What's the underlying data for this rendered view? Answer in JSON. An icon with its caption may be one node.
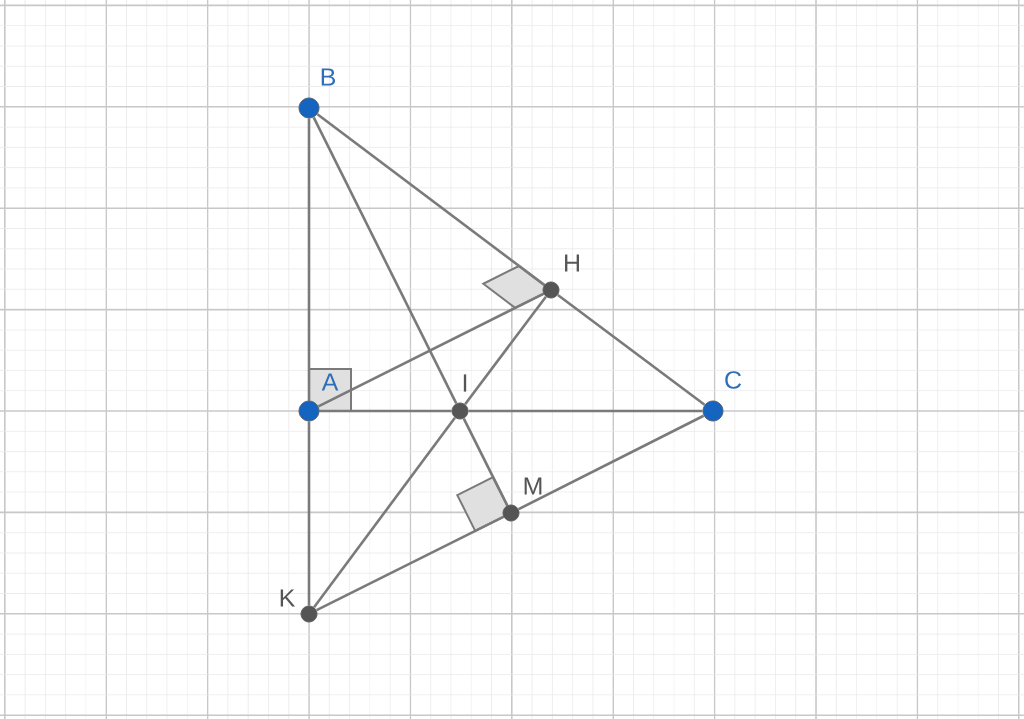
{
  "diagram": {
    "nodes": [
      {
        "text": [
          "B"
        ]
      },
      {
        "text": [
          "A"
        ]
      },
      {
        "text": [
          "C"
        ]
      },
      {
        "text": [
          "H"
        ]
      },
      {
        "text": [
          "I"
        ]
      },
      {
        "text": [
          "M"
        ]
      },
      {
        "text": [
          "K"
        ]
      }
    ],
    "edges": [
      {
        "from": 0,
        "to": 1,
        "arrow": "none"
      },
      {
        "from": 1,
        "to": 6,
        "arrow": "none"
      },
      {
        "from": 0,
        "to": 3,
        "arrow": "none"
      },
      {
        "from": 3,
        "to": 2,
        "arrow": "none"
      },
      {
        "from": 1,
        "to": 4,
        "arrow": "none"
      },
      {
        "from": 4,
        "to": 2,
        "arrow": "none"
      },
      {
        "from": 0,
        "to": 4,
        "arrow": "none"
      },
      {
        "from": 4,
        "to": 5,
        "arrow": "none"
      },
      {
        "from": 6,
        "to": 4,
        "arrow": "none"
      },
      {
        "from": 4,
        "to": 3,
        "arrow": "none"
      },
      {
        "from": 1,
        "to": 3,
        "arrow": "none"
      },
      {
        "from": 6,
        "to": 5,
        "arrow": "none"
      },
      {
        "from": 5,
        "to": 2,
        "arrow": "none"
      }
    ]
  }
}
